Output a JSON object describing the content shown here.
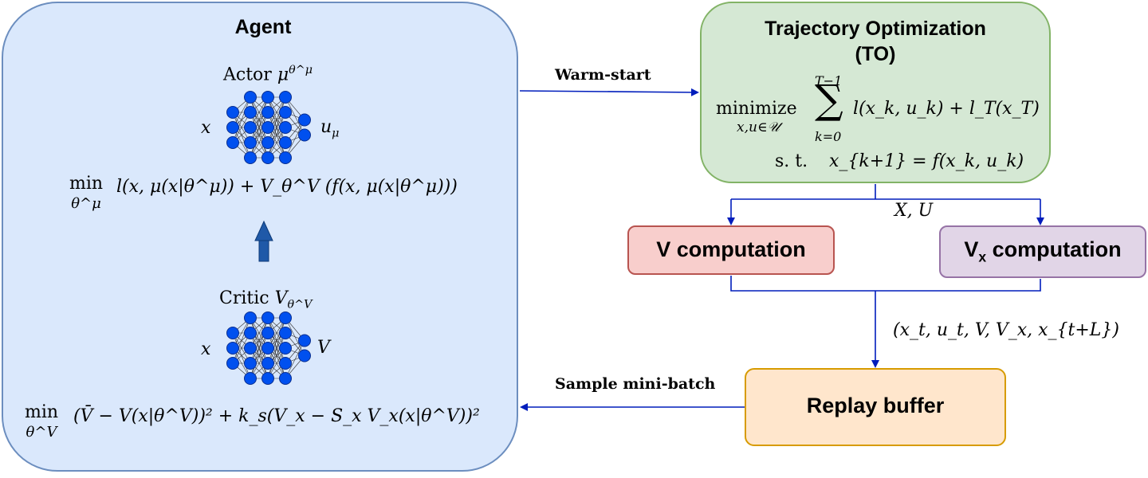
{
  "agent": {
    "title": "Agent",
    "actor_label": "Actor",
    "actor_symbol": "μ",
    "actor_symbol_sup": "θ^μ",
    "actor_input": "x",
    "actor_output": "u",
    "actor_output_sub": "μ",
    "actor_objective_min": "min",
    "actor_objective_min_sub": "θ^μ",
    "actor_objective": "l(x, μ(x|θ^μ)) + V_θ^V (f(x, μ(x|θ^μ)))",
    "critic_label": "Critic",
    "critic_symbol": "V",
    "critic_symbol_sub": "θ^V",
    "critic_input": "x",
    "critic_output": "V",
    "critic_objective_min": "min",
    "critic_objective_min_sub": "θ^V",
    "critic_objective": "(V̄ − V(x|θ^V))² + k_s(V_x − S_x V_x(x|θ^V))²"
  },
  "trajectory_optimization": {
    "title_line1": "Trajectory Optimization",
    "title_line2": "(TO)",
    "objective_op": "minimize",
    "objective_op_sub": "x,u∈𝒰",
    "sum_upper": "T−1",
    "sum_lower": "k=0",
    "objective": "l(x_k, u_k) + l_T(x_T)",
    "constraint_prefix": "s. t.",
    "constraint": "x_{k+1} = f(x_k, u_k)"
  },
  "edges": {
    "warm_start": "Warm-start",
    "sample_mini_batch": "Sample mini-batch",
    "to_outputs": "X, U",
    "replay_tuple": "(x_t, u_t, V, V_x, x_{t+L})"
  },
  "v_computation": {
    "label": "V computation"
  },
  "vx_computation": {
    "label_main": "V",
    "label_sub": "x",
    "label_rest": " computation"
  },
  "replay_buffer": {
    "label": "Replay buffer"
  },
  "colors": {
    "agent_fill": "#dae8fc",
    "agent_stroke": "#6c8ebf",
    "to_fill": "#d5e8d4",
    "to_stroke": "#82b366",
    "v_fill": "#f8cecc",
    "v_stroke": "#b85450",
    "vx_fill": "#e1d5e7",
    "vx_stroke": "#9673a6",
    "rb_fill": "#ffe6cc",
    "rb_stroke": "#d79b00",
    "arrow": "#001dbc",
    "neuron": "#0050ef"
  }
}
